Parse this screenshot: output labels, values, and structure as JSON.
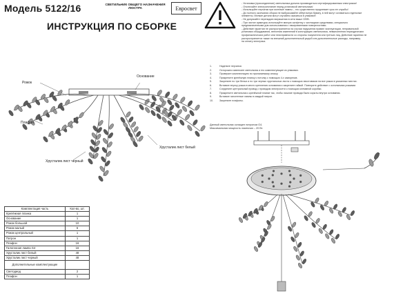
{
  "header": {
    "model": "Модель 5122/16",
    "purpose": "СВЕТИЛЬНИК ОБЩЕГО НАЗНАЧЕНИЯ ЛЮСТРА",
    "brand": "Евросвет",
    "instruction_title": "ИНСТРУКЦИЯ ПО СБОРКЕ"
  },
  "warnings": [
    "- Установка (присоединение) светильника должна производиться сертифицированным электриком!",
    "- Отключайте электропитание перед установкой светильника!",
    "- Используйте перчатки при монтаже лампы – это существенно продлевает срок ее службы!",
    "- До полного окончания сборки не выбрасывайте обёрточную бумагу, в ней могут оставаться отдельные",
    "  элементы. Мелкие детали могут случайно оказаться в упаковке!",
    "- Не допускайте перепадов напряжения в сети выше 220В.",
    "- При чистке арматуры используйте мягкую салфетку с чистящими средствами, специально",
    "  предназначенными для использования с лакированными поверхностями.",
    "- Действие гарантии не распространяется на случаи нарушения правил эксплуатации, неправильной",
    "  установки оборудования, внесения изменений в конструкцию светильника, невыполнения периодических",
    "  профилактических работ или неисправности со стороны покупателя или третьих лиц. Действие гарантии не",
    "  распространяется также на внешний дополнительный ущерб или дополнительные расходы, например,",
    "  на оплату электрика."
  ],
  "steps": [
    {
      "n": "1.",
      "text": "Наденьте перчатки."
    },
    {
      "n": "2.",
      "text": "Осторожно извлеките светильник и его комплектующие из упаковки."
    },
    {
      "n": "3.",
      "text": "Проверьте комплектацию по прилагаемому списку."
    },
    {
      "n": "4.",
      "text": "Прикрепите крепёжную планку к потолку с помощью 4-х саморезов."
    },
    {
      "n": "5.",
      "text": "Закрепите по три белых и по три черных хрустальных листа с помощью хвостовиков на все рожки в указанных местах."
    },
    {
      "n": "6.",
      "text": "Вставьте втулку рожка в место крепления основания и закрепите гайкой. Повторите действие с остальными рожками."
    },
    {
      "n": "7.",
      "text": "Соедините центральный провод с проводом электросети с помощью клеммной коробки."
    },
    {
      "n": "8.",
      "text": "Прикрепите светильник к крепёжной планке так, чтобы лишние провода были скрыты внутри основания."
    },
    {
      "n": "9.",
      "text": "Вставьте галогенные лампы в каждый патрон."
    },
    {
      "n": "10.",
      "text": "Закрепите плафоны."
    }
  ],
  "ratings": [
    "Данный светильник оснащен патроном G4.",
    "Максимальная мощность лампочки – 20 Вт."
  ],
  "labels": {
    "rozhok": "Рожок",
    "osnovanie": "Основание",
    "plafon": "Плафон",
    "white_leaf": "Хрусталик лист белый",
    "black_leaf": "Хрусталик лист черный"
  },
  "table": {
    "headers": [
      "Комплектация часть",
      "Кол-во, шт."
    ],
    "rows": [
      [
        "Крепёжная планка",
        "1"
      ],
      [
        "Основание",
        "1"
      ],
      [
        "Рожок большой",
        "10"
      ],
      [
        "Рожок малый",
        "6"
      ],
      [
        "Рожок центральный",
        "1"
      ],
      [
        "Патрон",
        "1"
      ],
      [
        "Плафон",
        "16"
      ],
      [
        "Галогенная лампа G4",
        "16"
      ],
      [
        "Хрусталик лист белый",
        "48"
      ],
      [
        "Хрусталик лист черный",
        "48"
      ]
    ],
    "extra_header": "Дополнительные комплектующие",
    "extra_rows": [
      [
        "Светодиод",
        "2"
      ],
      [
        "Плафон",
        "1"
      ]
    ]
  },
  "colors": {
    "leaf": "#9a9a9a",
    "leaf_dark": "#5c5c5c",
    "line": "#555555"
  }
}
